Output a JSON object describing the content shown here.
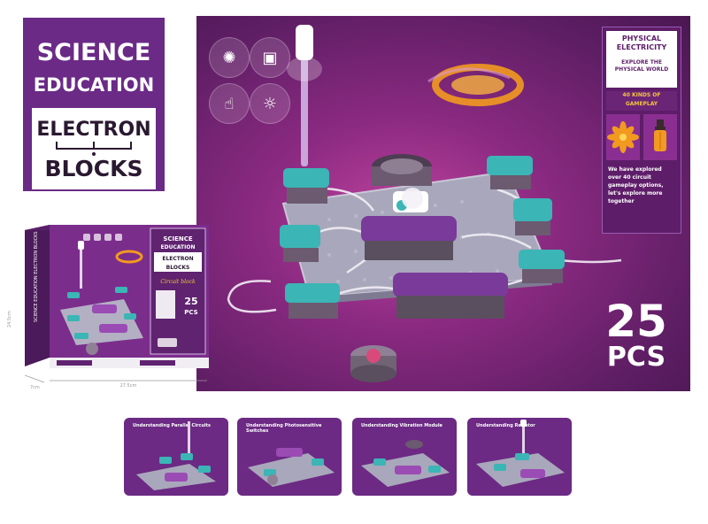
{
  "title_panel": {
    "line1": "SCIENCE",
    "line2": "EDUCATION",
    "line3": "ELECTRON",
    "line4": "BLOCKS"
  },
  "info_panel": {
    "title_1": "PHYSICAL",
    "title_2": "ELECTRICITY",
    "subtitle": "EXPLORE THE PHYSICAL WORLD",
    "gameplay_label": "40 KINDS OF GAMEPLAY",
    "description": "We have explored over 40 circuit gameplay options, let's explore more together"
  },
  "badge": {
    "count": "25",
    "unit": "PCS"
  },
  "box": {
    "side_label": "SCIENCE EDUCATION ELECTRON BLOCKS",
    "front_line1": "SCIENCE",
    "front_line2": "EDUCATION",
    "front_line3": "ELECTRON",
    "front_line4": "BLOCKS",
    "front_count": "25",
    "front_unit": "PCS",
    "front_script": "Circuit block",
    "dim_width": "27.5cm",
    "dim_height": "24.5cm",
    "dim_depth": "7cm"
  },
  "lessons": [
    {
      "caption": "Understanding Parallel Circuits"
    },
    {
      "caption": "Understanding Photosensitive Switches"
    },
    {
      "caption": "Understanding Vibration Module"
    },
    {
      "caption": "Understanding Resistor"
    }
  ],
  "colors": {
    "brand_purple": "#6a2a86",
    "hero_purple": "#8c2a82",
    "teal_block": "#3bb5b5",
    "accent_orange": "#f29a1f",
    "accent_yellow": "#f6c53c"
  }
}
